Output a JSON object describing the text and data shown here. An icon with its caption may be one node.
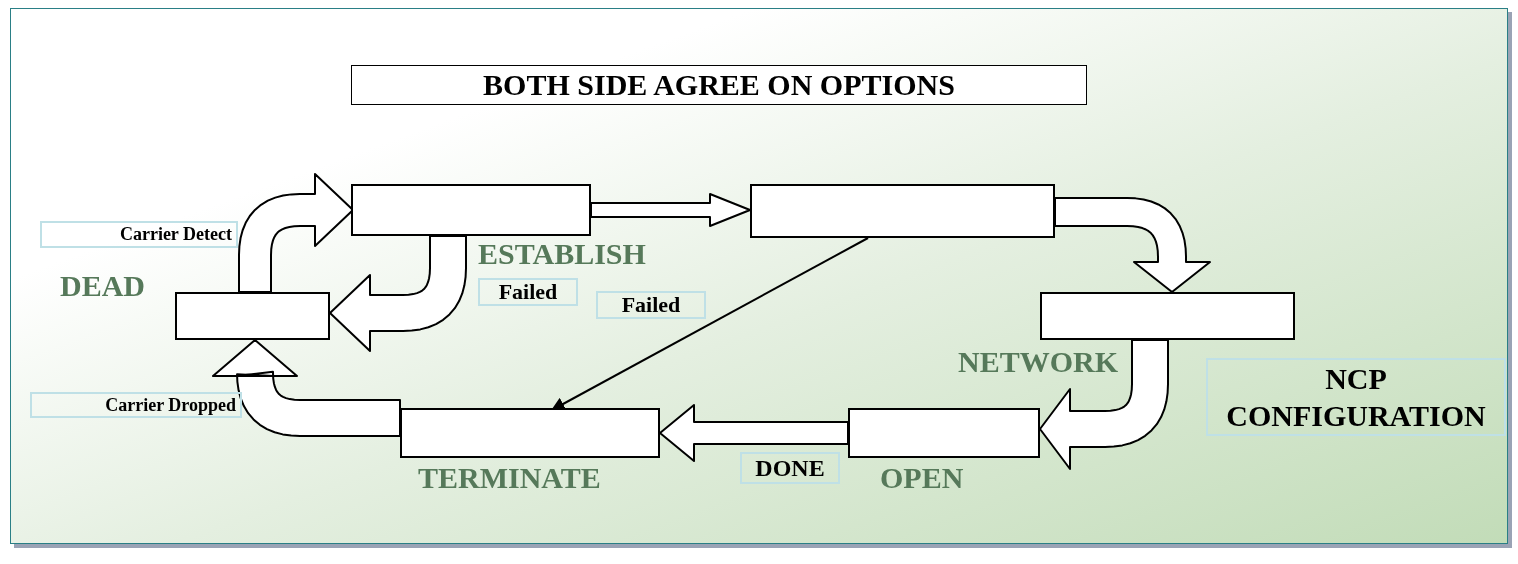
{
  "diagram": {
    "nodes": [
      {
        "text": [
          "BOTH SIDE AGREE ON OPTIONS"
        ]
      },
      {
        "text": [],
        "shape": "box",
        "beside": [
          "DEAD"
        ]
      },
      {
        "text": [],
        "shape": "box",
        "beside": [
          "ESTABLISH"
        ]
      },
      {
        "text": [],
        "shape": "box"
      },
      {
        "text": [],
        "shape": "box",
        "beside": [
          "NETWORK"
        ]
      },
      {
        "text": [],
        "shape": "box",
        "beside": [
          "OPEN"
        ]
      },
      {
        "text": [],
        "shape": "box",
        "beside": [
          "TERMINATE"
        ]
      }
    ],
    "edges": [
      {
        "from": 1,
        "to": 2,
        "arrow": "to",
        "label": "Carrier Detect"
      },
      {
        "from": 2,
        "to": 1,
        "arrow": "to",
        "label": "Failed"
      },
      {
        "from": 2,
        "to": 3,
        "arrow": "to"
      },
      {
        "from": 3,
        "to": 6,
        "arrow": "to",
        "label": "Failed"
      },
      {
        "from": 3,
        "to": 4,
        "arrow": "to"
      },
      {
        "from": 4,
        "to": 5,
        "arrow": "to",
        "label": "NCP CONFIGURATION"
      },
      {
        "from": 5,
        "to": 6,
        "arrow": "to",
        "label": "DONE"
      },
      {
        "from": 6,
        "to": 1,
        "arrow": "to",
        "label": "Carrier Dropped"
      }
    ]
  }
}
